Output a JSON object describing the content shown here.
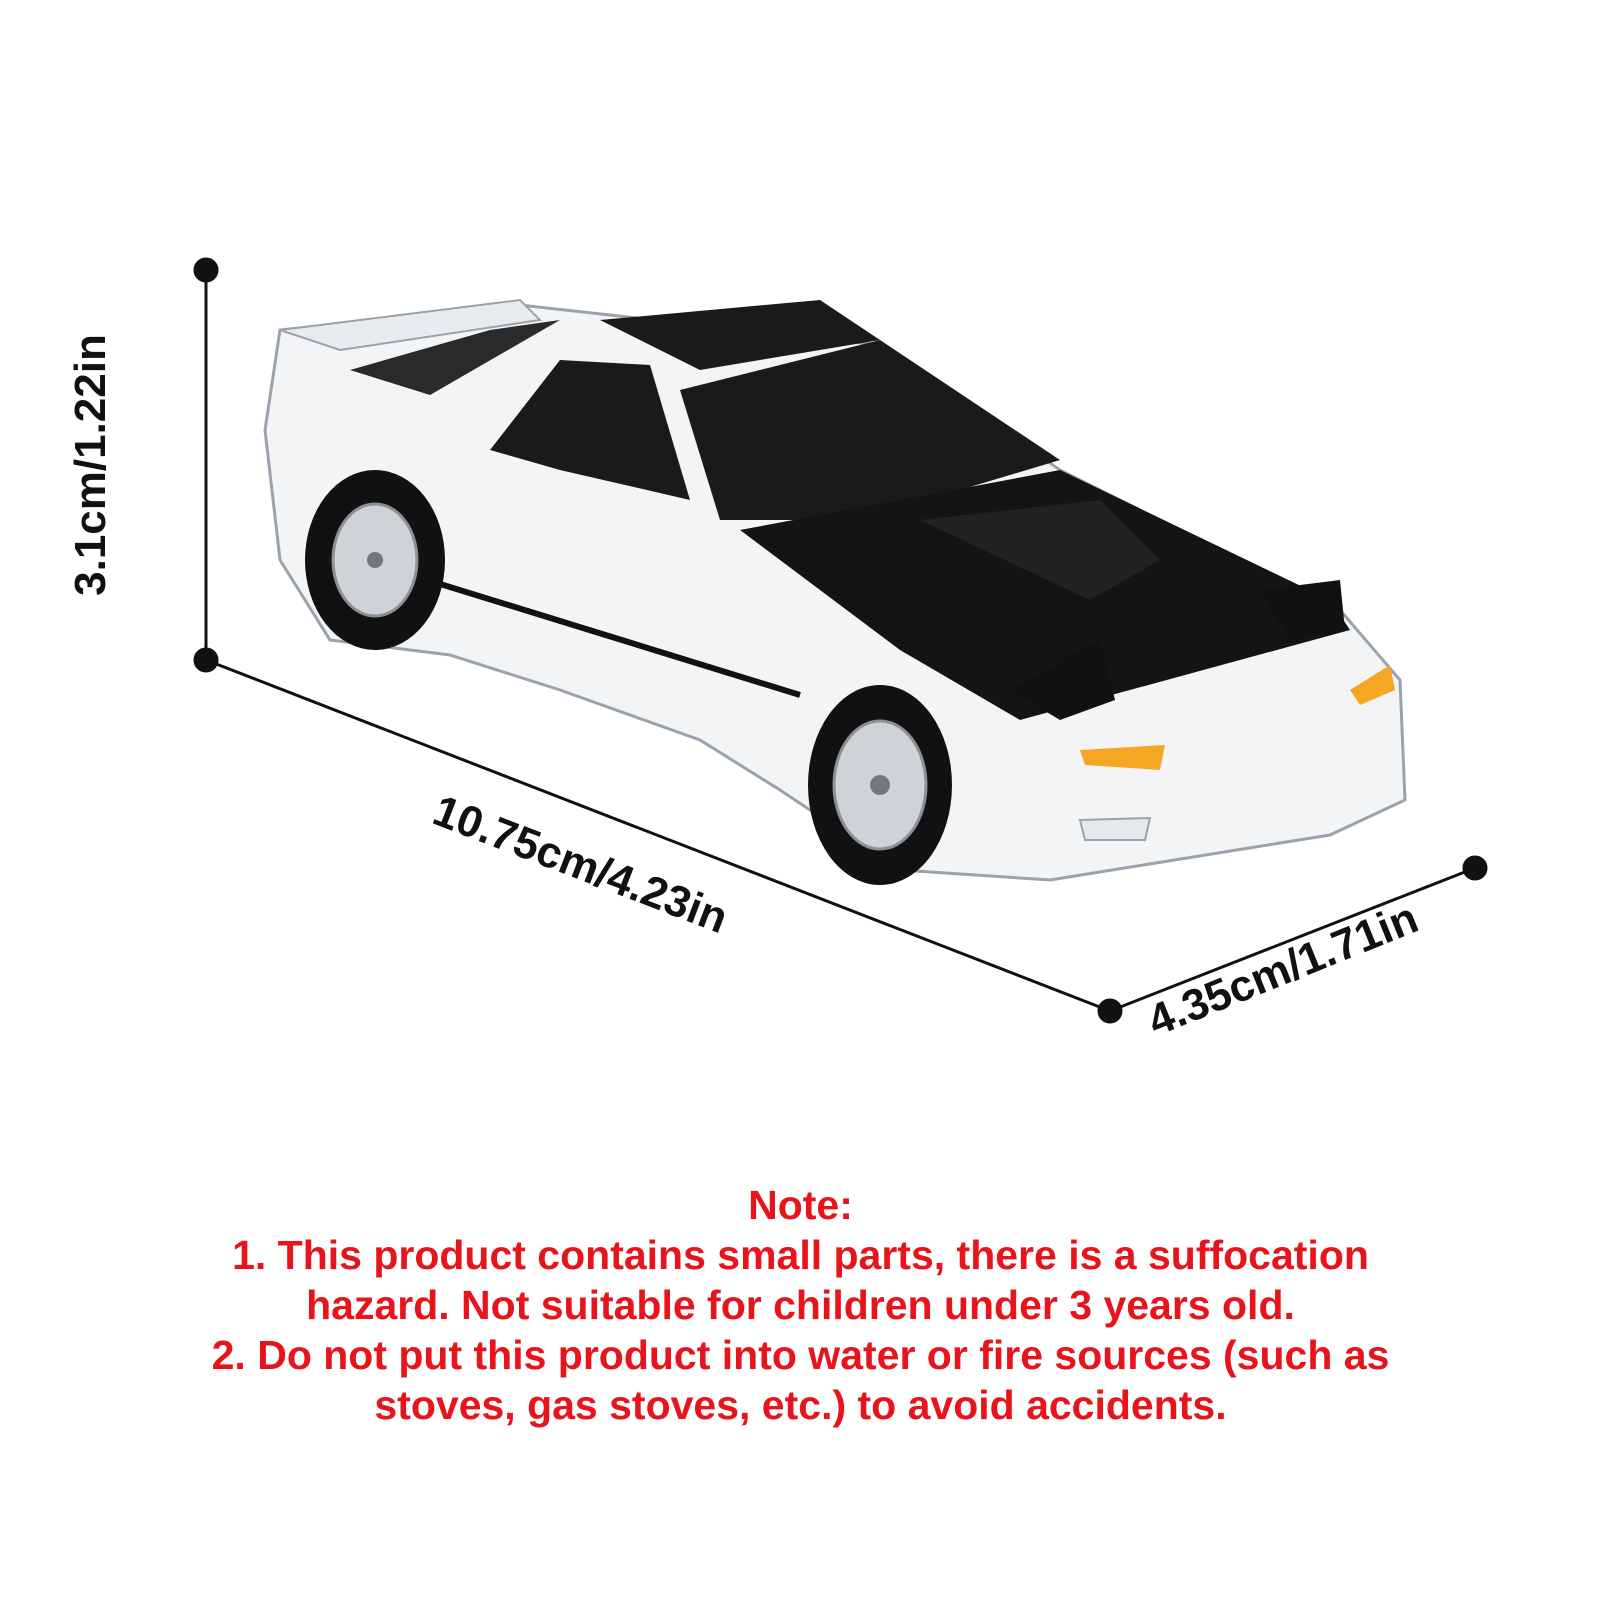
{
  "dimensions": {
    "height": "3.1cm/1.22in",
    "length": "10.75cm/4.23in",
    "width": "4.35cm/1.71in"
  },
  "note": {
    "title": "Note:",
    "line1": "1. This product contains small parts, there is a suffocation",
    "line2": "hazard. Not suitable for children under 3 years old.",
    "line3": "2. Do not put this product into water or fire sources (such as",
    "line4": "stoves, gas stoves, etc.) to avoid accidents."
  },
  "colors": {
    "note_text": "#e8141b",
    "car_body": "#f2f4f6",
    "car_roof_hood": "#1a1a1a",
    "indicator_light": "#f5a623"
  }
}
